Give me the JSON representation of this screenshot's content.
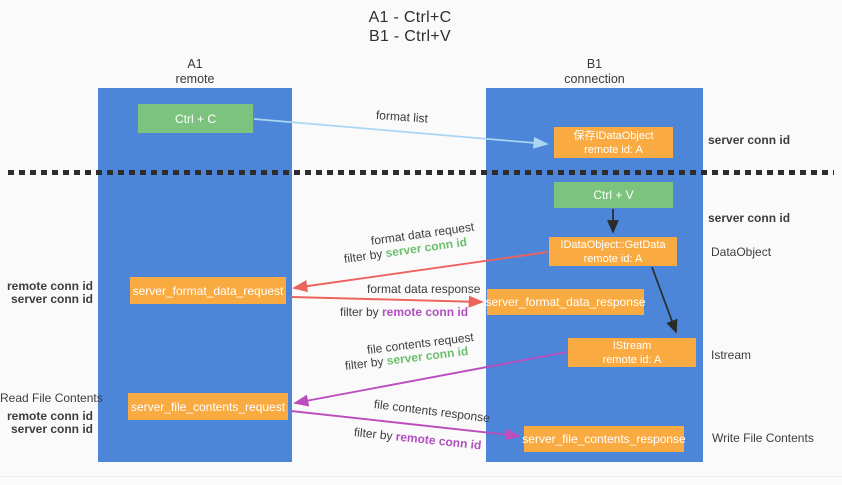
{
  "title": {
    "line1": "A1 - Ctrl+C",
    "line2": "B1 - Ctrl+V"
  },
  "columns": {
    "left": {
      "id": "A1",
      "label": "remote"
    },
    "right": {
      "id": "B1",
      "label": "connection"
    }
  },
  "nodes": {
    "ctrl_c": "Ctrl + C",
    "ctrl_v": "Ctrl + V",
    "save_dataobject": {
      "line1": "保存IDataObject",
      "line2": "remote id: A"
    },
    "getdata": {
      "line1": "IDataObject::GetData",
      "line2": "remote id: A"
    },
    "istream": {
      "line1": "IStream",
      "line2": "remote id: A"
    },
    "format_request": "server_format_data_request",
    "format_response": "server_format_data_response",
    "file_request": "server_file_contents_request",
    "file_response": "server_file_contents_response"
  },
  "terms": {
    "filter_by": "filter by ",
    "server_conn_id": "server conn id",
    "remote_conn_id": "remote conn id"
  },
  "flow_labels": {
    "format_list": "format list",
    "format_data_request": "format data request",
    "format_data_response": "format data response",
    "file_contents_request": "file contents request",
    "file_contents_response": "file contents response"
  },
  "side_labels": {
    "right": {
      "dataobject": "DataObject",
      "istream": "Istream",
      "write_file_contents": "Write File Contents"
    },
    "left": {
      "read_file_contents": "Read File Contents"
    }
  },
  "colors": {
    "lifeline_blue": "#4d86d8",
    "node_green": "#7cc47e",
    "node_orange": "#f9ab41",
    "arrow_light_blue": "#a9d6f2",
    "arrow_red": "#ed635c",
    "arrow_magenta": "#bc4dbd",
    "arrow_black": "#2b2b2b",
    "label_green": "#6cbf6e",
    "label_purple": "#b14fc0"
  }
}
